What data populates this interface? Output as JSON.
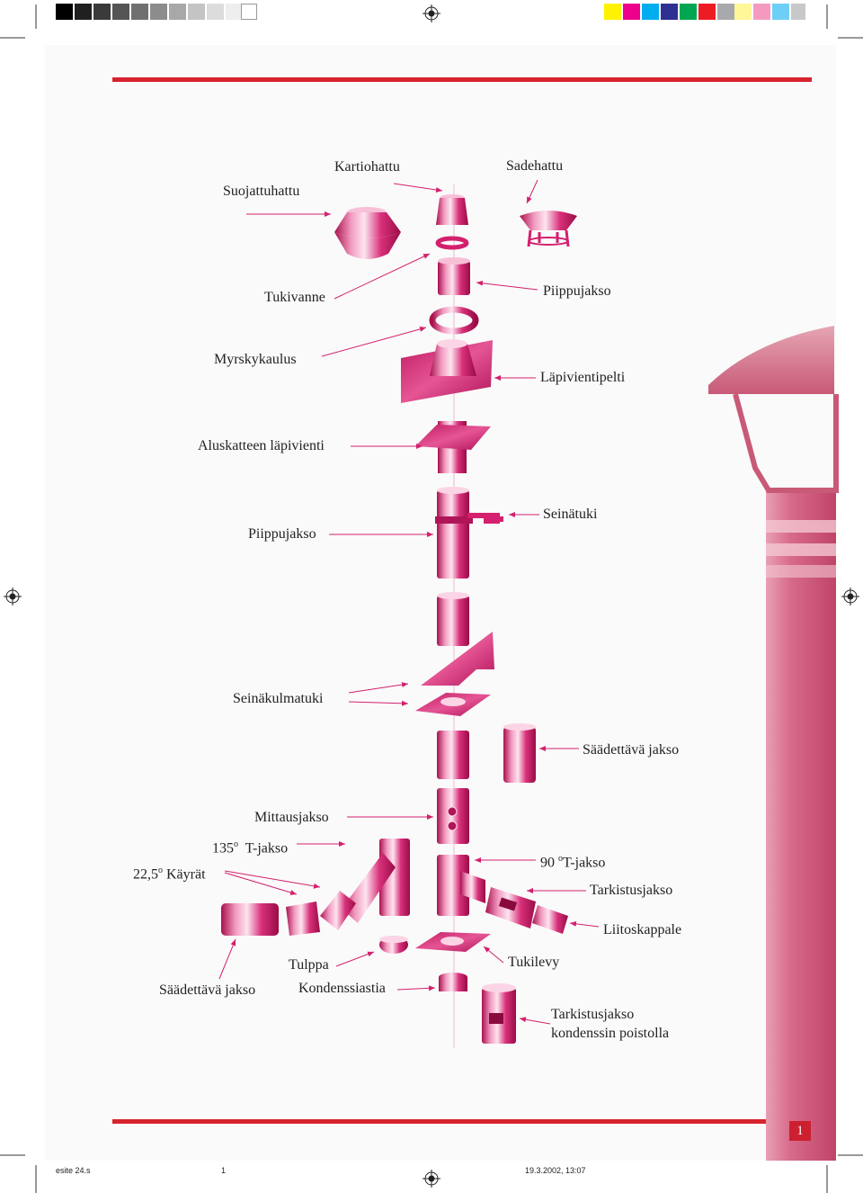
{
  "labels": {
    "suojattuhattu": "Suojattuhattu",
    "kartiohattu": "Kartiohattu",
    "sadehattu": "Sadehattu",
    "tukivanne": "Tukivanne",
    "piippujakso_top": "Piippujakso",
    "myrskykaulus": "Myrskykaulus",
    "lapivientipelti": "Läpivientipelti",
    "aluskatteen": "Aluskatteen läpivienti",
    "piippujakso_mid": "Piippujakso",
    "seinatuki": "Seinätuki",
    "seinakulmatuki": "Seinäkulmatuki",
    "saadettava_right": "Säädettävä jakso",
    "mittausjakso": "Mittausjakso",
    "t135": "135",
    "t135_deg": "o",
    "t135_rest": "T-jakso",
    "kayrat": "22,5",
    "kayrat_deg": "o",
    "kayrat_rest": "Käyrät",
    "t90": "90",
    "t90_deg": "o",
    "t90_rest": "T-jakso",
    "tarkistusjakso": "Tarkistusjakso",
    "liitoskappale": "Liitoskappale",
    "tulppa": "Tulppa",
    "tukilevy": "Tukilevy",
    "saadettava_left": "Säädettävä jakso",
    "kondenssiastia": "Kondenssiastia",
    "tarkistus_kond_1": "Tarkistusjakso",
    "tarkistus_kond_2": "kondenssin poistolla"
  },
  "page_number": "1",
  "footer": {
    "file": "esite 24.s",
    "page": "1",
    "datetime": "19.3.2002, 13:07"
  },
  "colors": {
    "magenta": "#d4206e",
    "magenta_light": "#f2a3c4",
    "red_rule": "#d7232e",
    "chimney_pink": "#d35a7a"
  },
  "icons": [
    "registration-mark-icon"
  ]
}
